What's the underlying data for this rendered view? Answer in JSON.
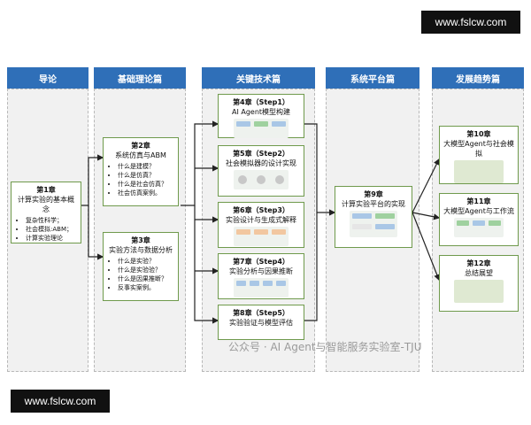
{
  "watermark_top": "www.fslcw.com",
  "watermark_bottom": "www.fslcw.com",
  "watermark_center": "公众号 · AI Agent与智能服务实验室-TJU",
  "colors": {
    "header": "#2f6fb8",
    "card_border": "#6f9a4c",
    "column_bg": "#f1f1f1"
  },
  "columns": [
    {
      "title": "导论"
    },
    {
      "title": "基础理论篇"
    },
    {
      "title": "关键技术篇"
    },
    {
      "title": "系统平台篇"
    },
    {
      "title": "发展趋势篇"
    }
  ],
  "intro": {
    "chapter": "第1章",
    "title": "计算实验的基本概念",
    "bullets": [
      "复杂性科学；",
      "社会模拟:ABM；",
      "计算实验理论"
    ]
  },
  "theory": [
    {
      "chapter": "第2章",
      "title": "系统仿真与ABM",
      "bullets": [
        "什么是建模？",
        "什么是仿真？",
        "什么是社会仿真？",
        "社会仿真案例。"
      ]
    },
    {
      "chapter": "第3章",
      "title": "实验方法与数据分析",
      "bullets": [
        "什么是实验？",
        "什么是实验验？",
        "什么是因果推断？",
        "反事实案例。"
      ]
    }
  ],
  "tech": [
    {
      "chapter": "第4章（Step1）",
      "title": "AI Agent模型构建"
    },
    {
      "chapter": "第5章（Step2）",
      "title": "社会模拟器的设计实现"
    },
    {
      "chapter": "第6章（Step3）",
      "title": "实验设计与生成式解释"
    },
    {
      "chapter": "第7章（Step4）",
      "title": "实验分析与因果推断"
    },
    {
      "chapter": "第8章（Step5）",
      "title": "实验验证与模型评估"
    }
  ],
  "platform": {
    "chapter": "第9章",
    "title": "计算实验平台的实现"
  },
  "trends": [
    {
      "chapter": "第10章",
      "title": "大模型Agent与社会模拟"
    },
    {
      "chapter": "第11章",
      "title": "大模型Agent与工作流"
    },
    {
      "chapter": "第12章",
      "title": "总结展望"
    }
  ]
}
